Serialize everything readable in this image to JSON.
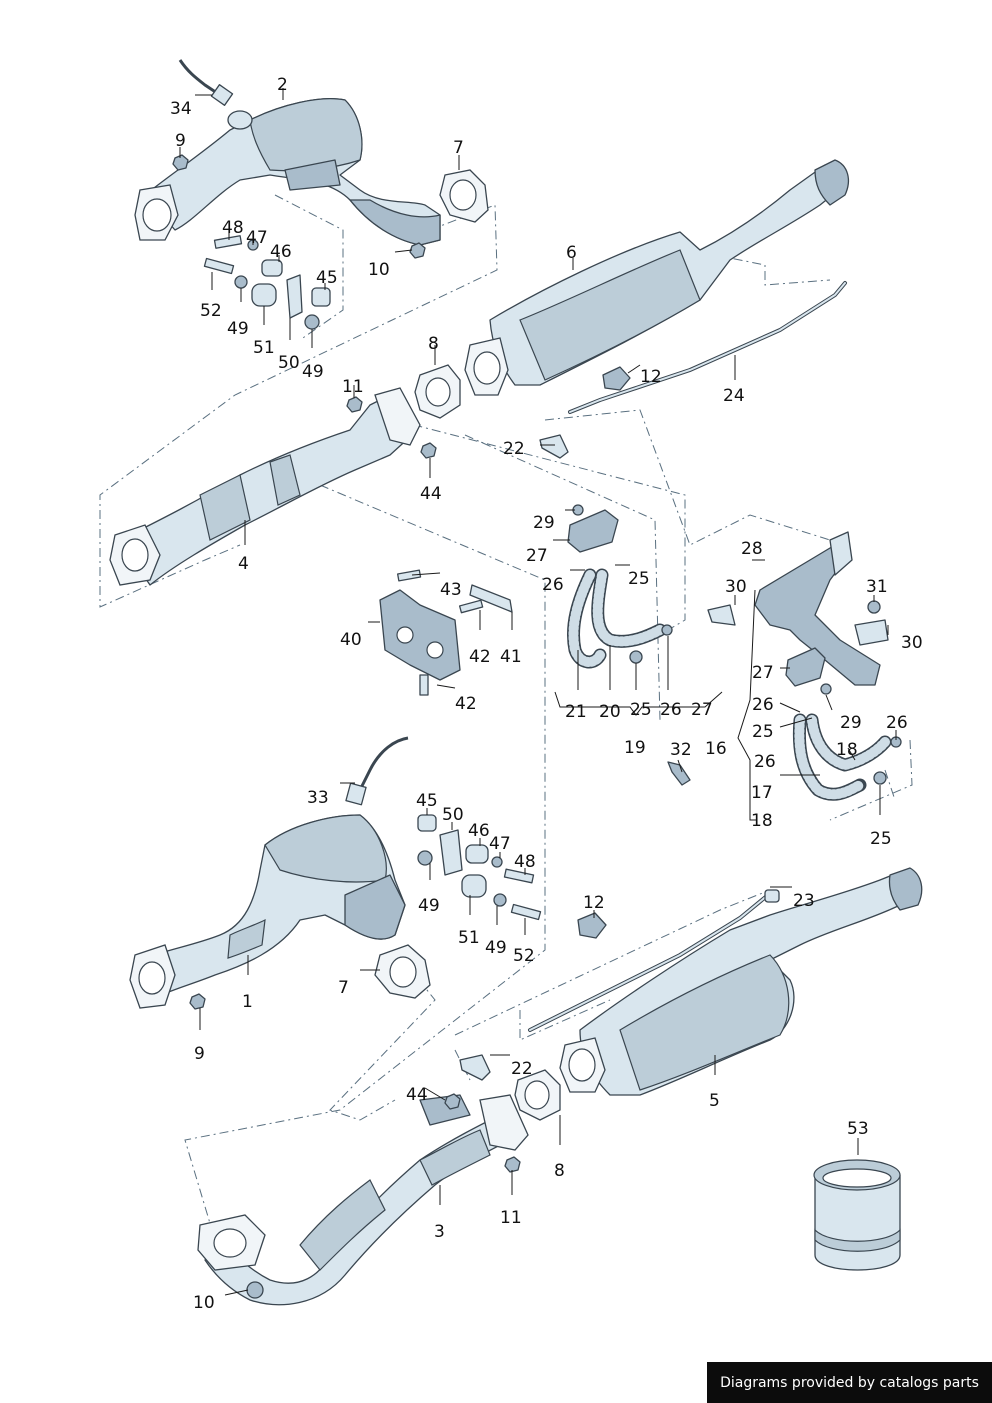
{
  "banner": "Diagrams provided by catalogs parts",
  "callouts": {
    "c1": "1",
    "c2": "2",
    "c3": "3",
    "c4": "4",
    "c5": "5",
    "c6": "6",
    "c7a": "7",
    "c7b": "7",
    "c8a": "8",
    "c8b": "8",
    "c9a": "9",
    "c9b": "9",
    "c10a": "10",
    "c10b": "10",
    "c11a": "11",
    "c11b": "11",
    "c12a": "12",
    "c12b": "12",
    "c16": "16",
    "c17": "17",
    "c18a": "18",
    "c18b": "18",
    "c19": "19",
    "c20": "20",
    "c21": "21",
    "c22a": "22",
    "c22b": "22",
    "c23": "23",
    "c24": "24",
    "c25a": "25",
    "c25b": "25",
    "c25c": "25",
    "c25d": "25",
    "c26a": "26",
    "c26b": "26",
    "c26c": "26",
    "c26d": "26",
    "c26e": "26",
    "c27a": "27",
    "c27b": "27",
    "c27c": "27",
    "c28": "28",
    "c29a": "29",
    "c29b": "29",
    "c30a": "30",
    "c30b": "30",
    "c31": "31",
    "c32": "32",
    "c33": "33",
    "c34": "34",
    "c40": "40",
    "c41": "41",
    "c42a": "42",
    "c42b": "42",
    "c43": "43",
    "c44a": "44",
    "c44b": "44",
    "c45a": "45",
    "c45b": "45",
    "c46a": "46",
    "c46b": "46",
    "c47a": "47",
    "c47b": "47",
    "c48a": "48",
    "c48b": "48",
    "c49a": "49",
    "c49b": "49",
    "c49c": "49",
    "c49d": "49",
    "c50a": "50",
    "c50b": "50",
    "c51a": "51",
    "c51b": "51",
    "c52a": "52",
    "c52b": "52",
    "c53": "53"
  }
}
